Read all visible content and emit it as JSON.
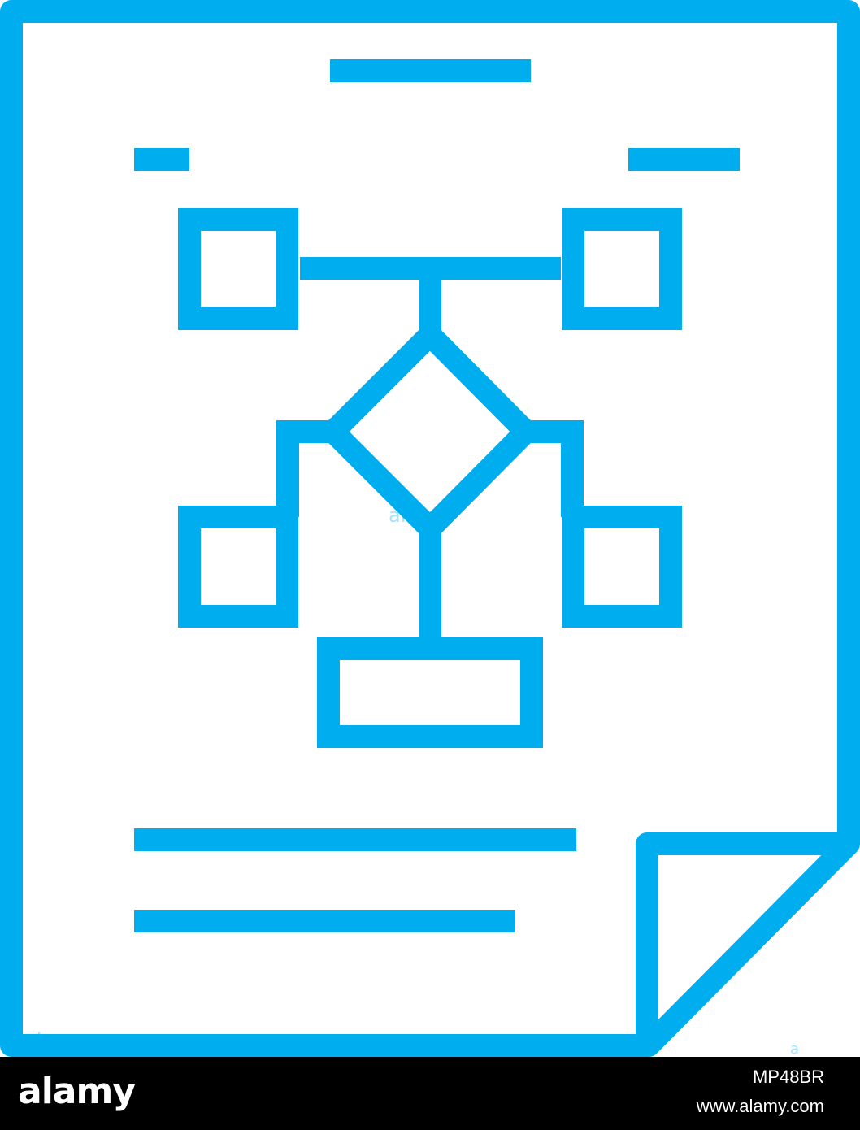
{
  "colors": {
    "stroke": "#00aeef",
    "background": "#ffffff",
    "footer_background": "#000000",
    "footer_text": "#ffffff"
  },
  "icon": {
    "name": "document-flowchart-icon"
  },
  "watermark": {
    "text": "alamy",
    "letter": "a"
  },
  "footer": {
    "brand": "alamy",
    "image_id": "MP48BR",
    "url": "www.alamy.com"
  }
}
